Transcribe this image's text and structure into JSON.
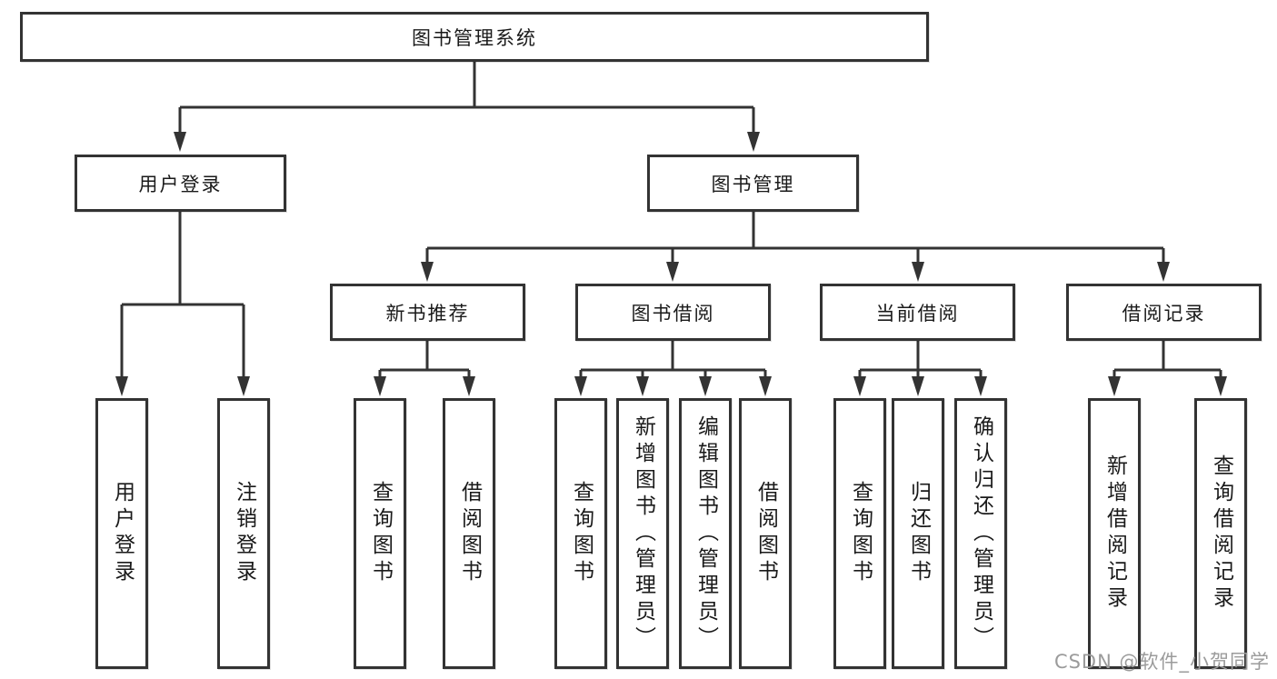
{
  "diagram_type": "hierarchy-tree",
  "colors": {
    "line": "#333333",
    "text": "#1a1a1a",
    "background": "#ffffff",
    "watermark": "#9b9b9b"
  },
  "nodes": {
    "root": "图书管理系统",
    "user_login": "用户登录",
    "book_management": "图书管理",
    "new_book_recommend": "新书推荐",
    "book_borrowing": "图书借阅",
    "current_borrowing": "当前借阅",
    "borrowing_records": "借阅记录",
    "leaf_user_login": "用户登录",
    "leaf_logout": "注销登录",
    "leaf_rec_query_books": "查询图书",
    "leaf_rec_borrow_books": "借阅图书",
    "leaf_bor_query_books": "查询图书",
    "leaf_bor_add_books": "新增图书（管理员）",
    "leaf_bor_edit_books": "编辑图书（管理员）",
    "leaf_bor_borrow_books": "借阅图书",
    "leaf_cur_query_books": "查询图书",
    "leaf_cur_return_books": "归还图书",
    "leaf_cur_confirm_return": "确认归还（管理员）",
    "leaf_recd_add_record": "新增借阅记录",
    "leaf_recd_query_record": "查询借阅记录"
  },
  "tree": {
    "label": "图书管理系统",
    "children": [
      {
        "label": "用户登录",
        "children": [
          {
            "label": "用户登录"
          },
          {
            "label": "注销登录"
          }
        ]
      },
      {
        "label": "图书管理",
        "children": [
          {
            "label": "新书推荐",
            "children": [
              {
                "label": "查询图书"
              },
              {
                "label": "借阅图书"
              }
            ]
          },
          {
            "label": "图书借阅",
            "children": [
              {
                "label": "查询图书"
              },
              {
                "label": "新增图书（管理员）"
              },
              {
                "label": "编辑图书（管理员）"
              },
              {
                "label": "借阅图书"
              }
            ]
          },
          {
            "label": "当前借阅",
            "children": [
              {
                "label": "查询图书"
              },
              {
                "label": "归还图书"
              },
              {
                "label": "确认归还（管理员）"
              }
            ]
          },
          {
            "label": "借阅记录",
            "children": [
              {
                "label": "新增借阅记录"
              },
              {
                "label": "查询借阅记录"
              }
            ]
          }
        ]
      }
    ]
  },
  "watermark": {
    "text": "CSDN @软件_小贺同学"
  }
}
